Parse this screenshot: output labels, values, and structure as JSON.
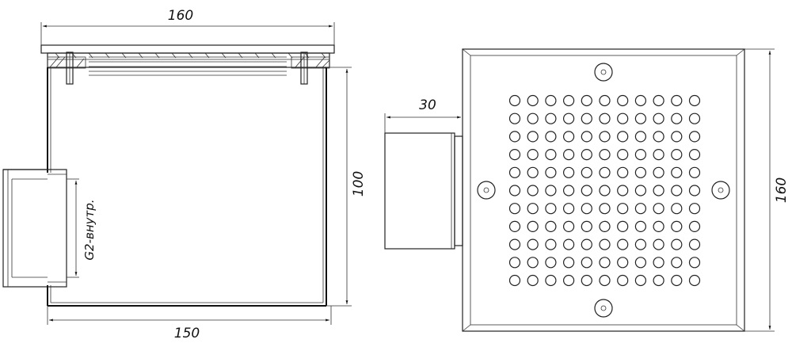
{
  "dimensions": {
    "top_width": "160",
    "bottom_width": "150",
    "height": "100",
    "pipe_length": "30",
    "plate_height": "160"
  },
  "notes": {
    "thread": "G2-внутр."
  },
  "grate": {
    "rows": 11,
    "cols": 11
  }
}
